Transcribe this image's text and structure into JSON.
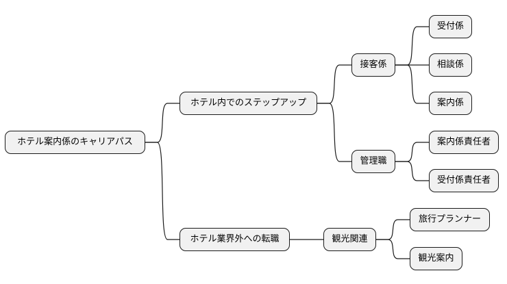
{
  "mindmap": {
    "root": "ホテル案内係のキャリアパス",
    "branch_internal": "ホテル内でのステップアップ",
    "branch_external": "ホテル業界外への転職",
    "reception": "接客係",
    "management": "管理職",
    "tourism": "観光関連",
    "reception_receiving": "受付係",
    "reception_consulting": "相談係",
    "reception_guide": "案内係",
    "manager_guide": "案内係責任者",
    "manager_receiving": "受付係責任者",
    "tourism_planner": "旅行プランナー",
    "tourism_guide": "観光案内"
  },
  "colors": {
    "node_fill": "#f1f1f1",
    "node_border": "#1a1a1a",
    "line": "#1a1a1a"
  }
}
